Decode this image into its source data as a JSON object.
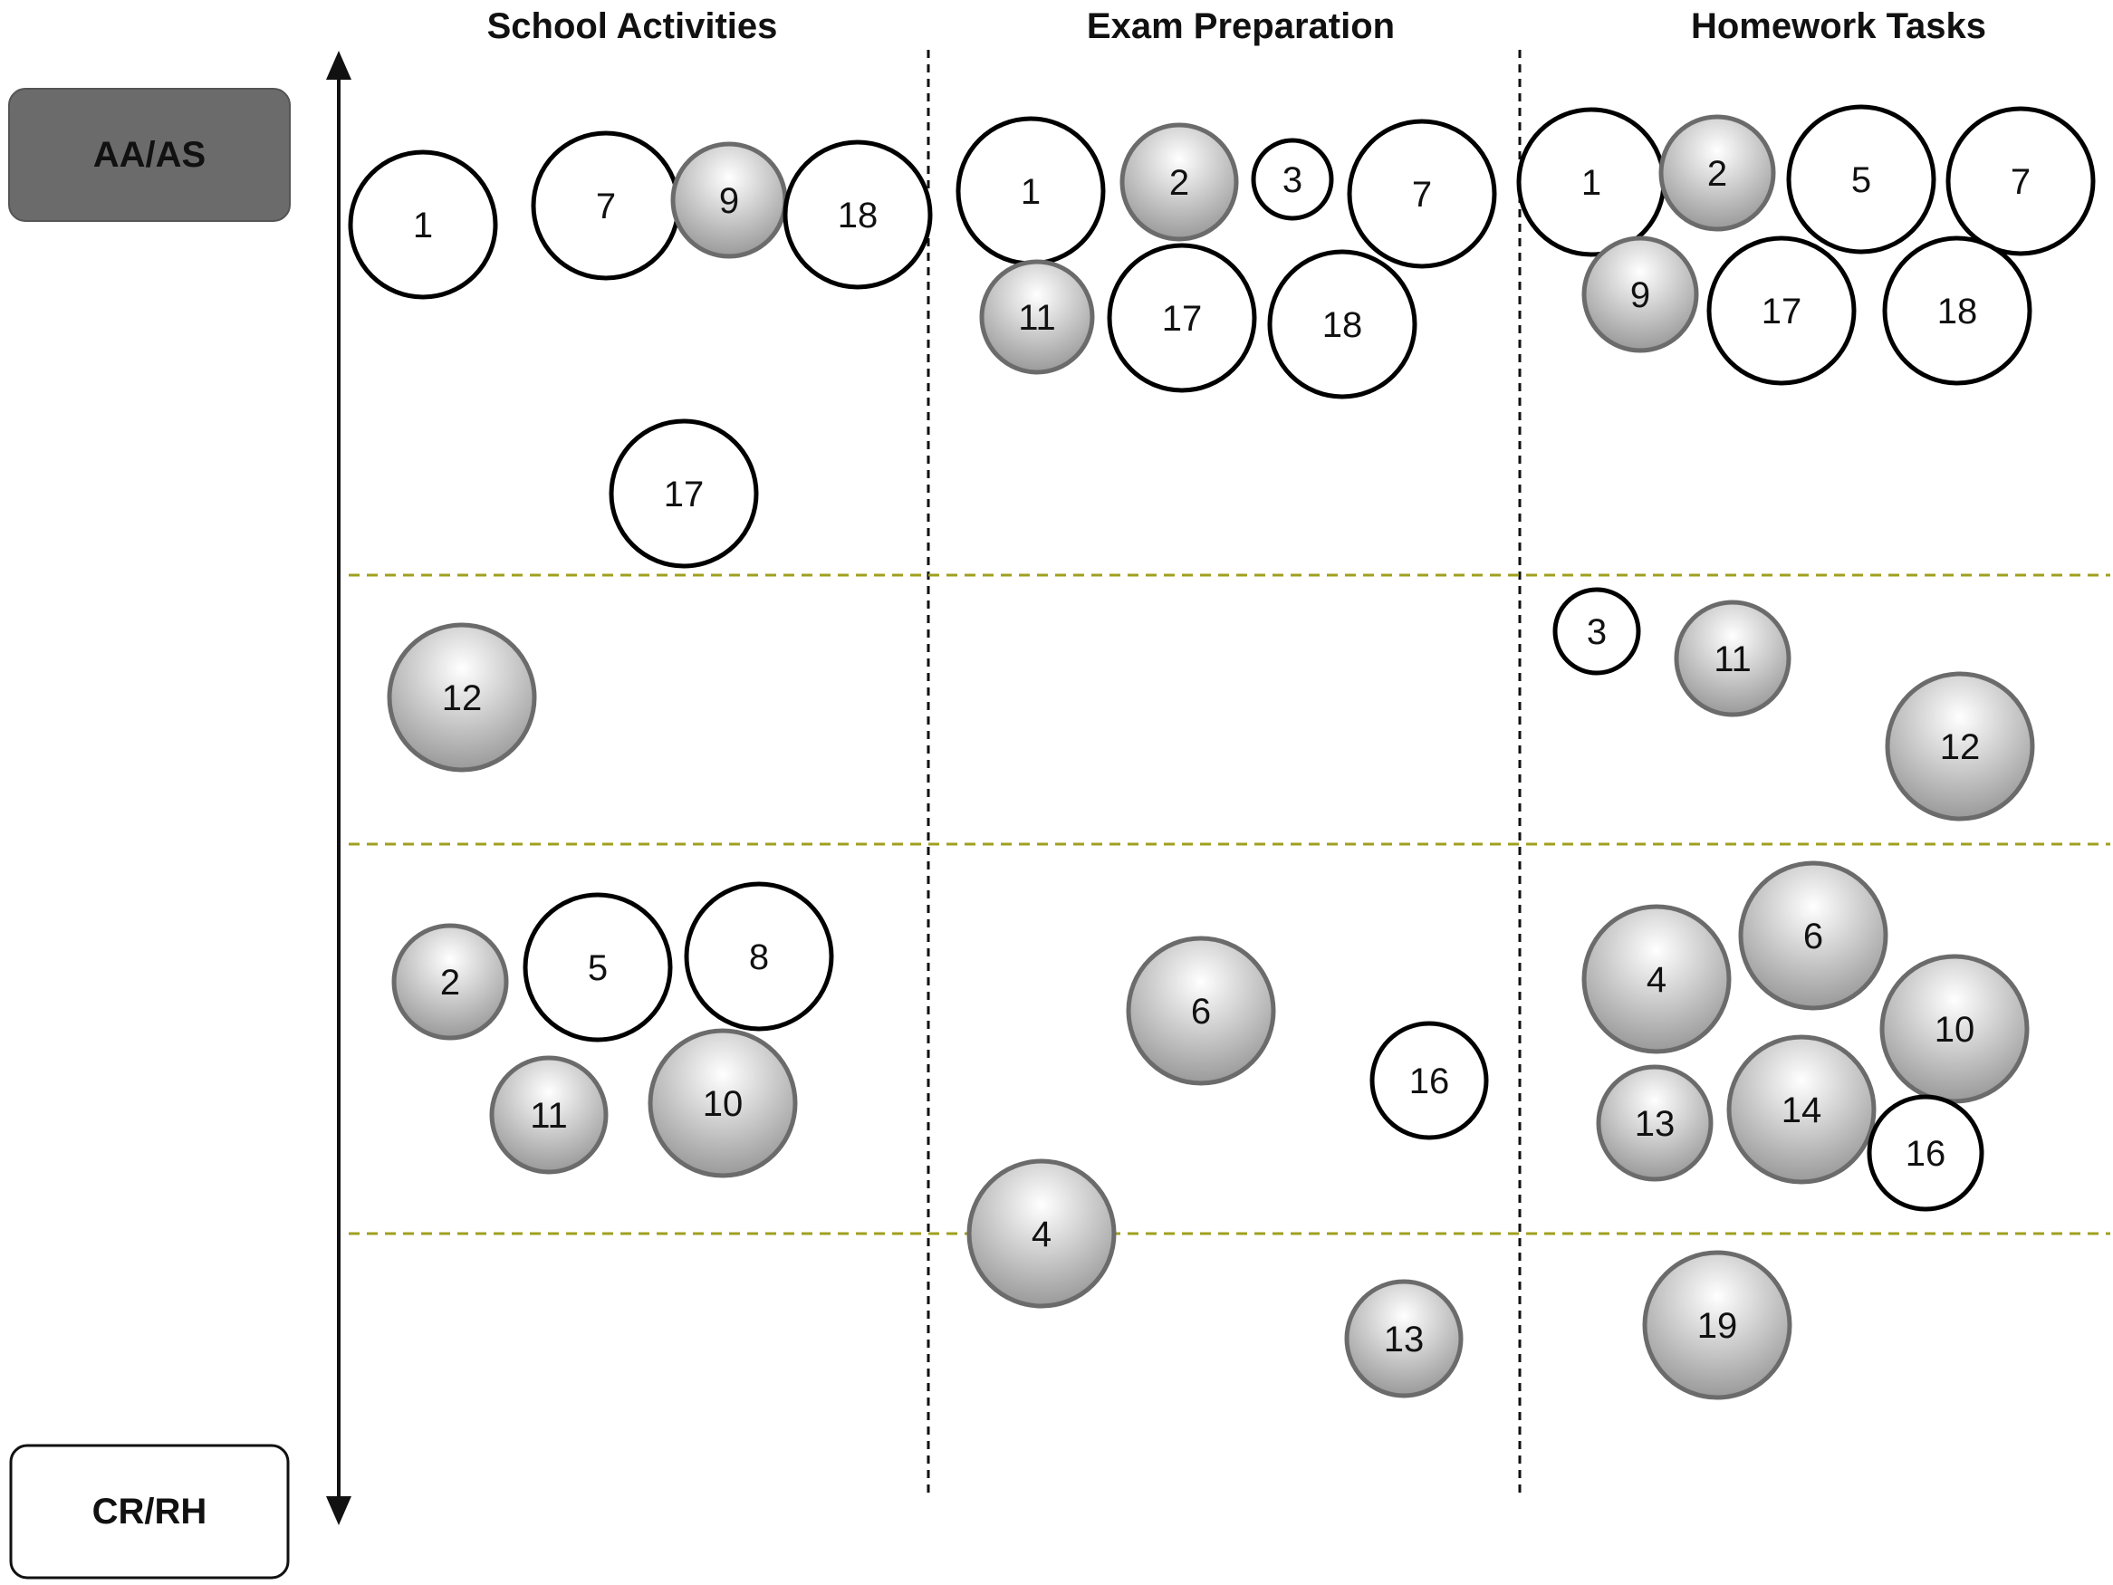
{
  "columns": [
    {
      "id": "school",
      "title": "School Activities"
    },
    {
      "id": "exam",
      "title": "Exam Preparation"
    },
    {
      "id": "homework",
      "title": "Homework Tasks"
    }
  ],
  "axis": {
    "top_label": "AA/AS",
    "bottom_label": "CR/RH"
  },
  "styles": {
    "open_stroke": "#000000",
    "filled_stroke": "#6b6b6b",
    "filled_gradient_light": "#ffffff",
    "filled_gradient_dark": "#9a9a9a",
    "top_label_bg": "#6b6b6b",
    "divider_color": "#a0a020"
  },
  "items": [
    {
      "col": "school",
      "label": "1",
      "type": "open"
    },
    {
      "col": "school",
      "label": "7",
      "type": "open"
    },
    {
      "col": "school",
      "label": "9",
      "type": "filled"
    },
    {
      "col": "school",
      "label": "18",
      "type": "open"
    },
    {
      "col": "school",
      "label": "17",
      "type": "open"
    },
    {
      "col": "school",
      "label": "12",
      "type": "filled"
    },
    {
      "col": "school",
      "label": "2",
      "type": "filled"
    },
    {
      "col": "school",
      "label": "5",
      "type": "open"
    },
    {
      "col": "school",
      "label": "8",
      "type": "open"
    },
    {
      "col": "school",
      "label": "11",
      "type": "filled"
    },
    {
      "col": "school",
      "label": "10",
      "type": "filled"
    },
    {
      "col": "exam",
      "label": "1",
      "type": "open"
    },
    {
      "col": "exam",
      "label": "2",
      "type": "filled"
    },
    {
      "col": "exam",
      "label": "3",
      "type": "open"
    },
    {
      "col": "exam",
      "label": "7",
      "type": "open"
    },
    {
      "col": "exam",
      "label": "11",
      "type": "filled"
    },
    {
      "col": "exam",
      "label": "17",
      "type": "open"
    },
    {
      "col": "exam",
      "label": "18",
      "type": "open"
    },
    {
      "col": "exam",
      "label": "6",
      "type": "filled"
    },
    {
      "col": "exam",
      "label": "16",
      "type": "open"
    },
    {
      "col": "exam",
      "label": "4",
      "type": "filled"
    },
    {
      "col": "exam",
      "label": "13",
      "type": "filled"
    },
    {
      "col": "homework",
      "label": "1",
      "type": "open"
    },
    {
      "col": "homework",
      "label": "2",
      "type": "filled"
    },
    {
      "col": "homework",
      "label": "5",
      "type": "open"
    },
    {
      "col": "homework",
      "label": "7",
      "type": "open"
    },
    {
      "col": "homework",
      "label": "9",
      "type": "filled"
    },
    {
      "col": "homework",
      "label": "17",
      "type": "open"
    },
    {
      "col": "homework",
      "label": "18",
      "type": "open"
    },
    {
      "col": "homework",
      "label": "3",
      "type": "open"
    },
    {
      "col": "homework",
      "label": "11",
      "type": "filled"
    },
    {
      "col": "homework",
      "label": "12",
      "type": "filled"
    },
    {
      "col": "homework",
      "label": "4",
      "type": "filled"
    },
    {
      "col": "homework",
      "label": "6",
      "type": "filled"
    },
    {
      "col": "homework",
      "label": "10",
      "type": "filled"
    },
    {
      "col": "homework",
      "label": "13",
      "type": "filled"
    },
    {
      "col": "homework",
      "label": "14",
      "type": "filled"
    },
    {
      "col": "homework",
      "label": "16",
      "type": "open"
    },
    {
      "col": "homework",
      "label": "19",
      "type": "filled"
    }
  ]
}
